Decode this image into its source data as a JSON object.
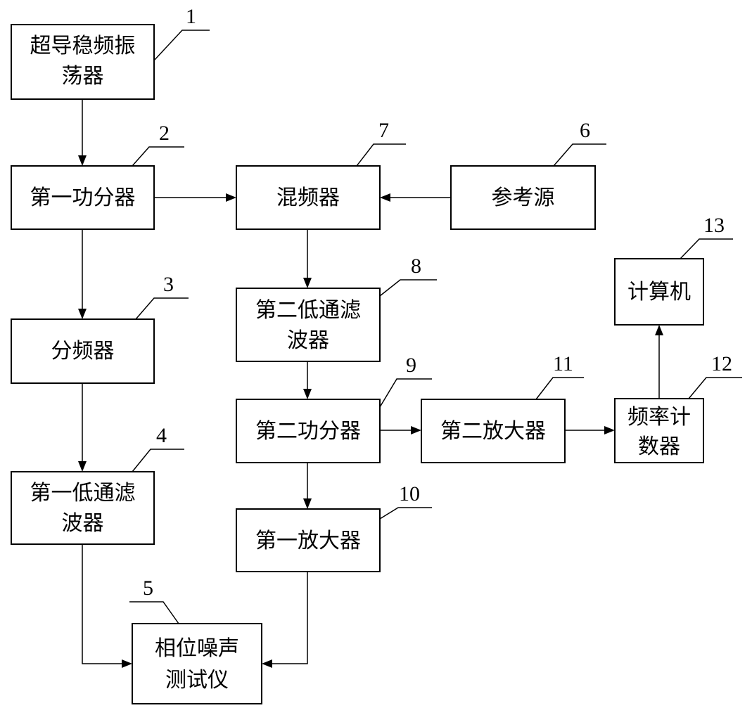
{
  "blocks": [
    {
      "id": "b1",
      "number": "1",
      "lines": [
        "超导稳频振",
        "荡器"
      ]
    },
    {
      "id": "b2",
      "number": "2",
      "lines": [
        "第一功分器"
      ]
    },
    {
      "id": "b3",
      "number": "3",
      "lines": [
        "分频器"
      ]
    },
    {
      "id": "b4",
      "number": "4",
      "lines": [
        "第一低通滤",
        "波器"
      ]
    },
    {
      "id": "b5",
      "number": "5",
      "lines": [
        "相位噪声",
        "测试仪"
      ]
    },
    {
      "id": "b6",
      "number": "6",
      "lines": [
        "参考源"
      ]
    },
    {
      "id": "b7",
      "number": "7",
      "lines": [
        "混频器"
      ]
    },
    {
      "id": "b8",
      "number": "8",
      "lines": [
        "第二低通滤",
        "波器"
      ]
    },
    {
      "id": "b9",
      "number": "9",
      "lines": [
        "第二功分器"
      ]
    },
    {
      "id": "b10",
      "number": "10",
      "lines": [
        "第一放大器"
      ]
    },
    {
      "id": "b11",
      "number": "11",
      "lines": [
        "第二放大器"
      ]
    },
    {
      "id": "b12",
      "number": "12",
      "lines": [
        "频率计",
        "数器"
      ]
    },
    {
      "id": "b13",
      "number": "13",
      "lines": [
        "计算机"
      ]
    }
  ],
  "connections": [
    {
      "from": "b1",
      "to": "b2"
    },
    {
      "from": "b2",
      "to": "b7"
    },
    {
      "from": "b6",
      "to": "b7"
    },
    {
      "from": "b2",
      "to": "b3"
    },
    {
      "from": "b3",
      "to": "b4"
    },
    {
      "from": "b4",
      "to": "b5"
    },
    {
      "from": "b7",
      "to": "b8"
    },
    {
      "from": "b8",
      "to": "b9"
    },
    {
      "from": "b9",
      "to": "b11"
    },
    {
      "from": "b9",
      "to": "b10"
    },
    {
      "from": "b10",
      "to": "b5"
    },
    {
      "from": "b11",
      "to": "b12"
    },
    {
      "from": "b12",
      "to": "b13"
    }
  ]
}
